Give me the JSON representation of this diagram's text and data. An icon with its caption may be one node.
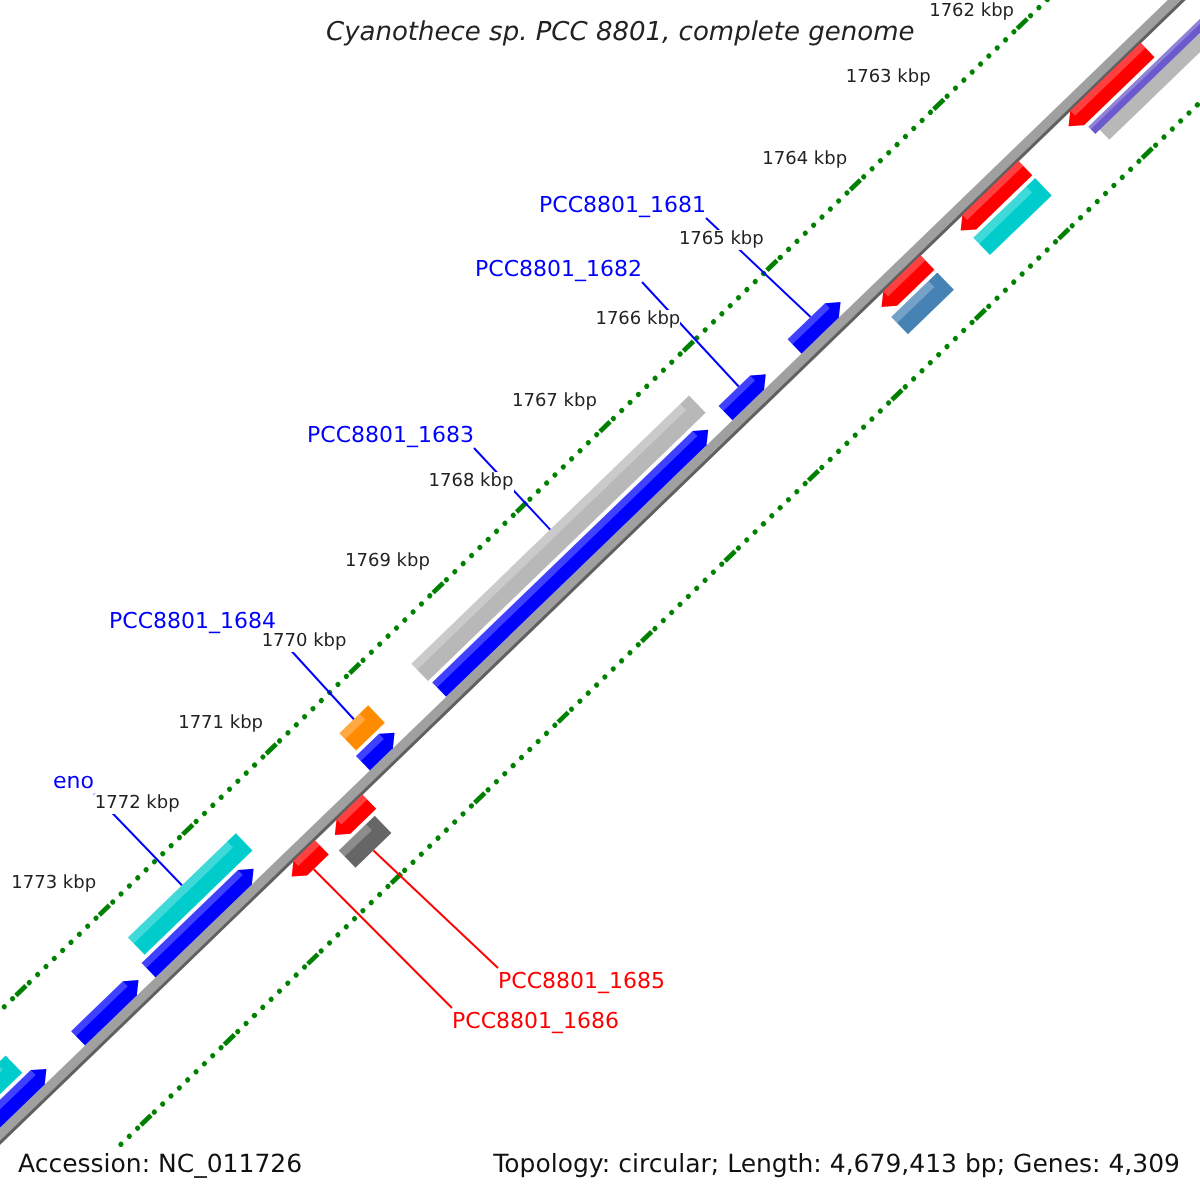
{
  "diagram": {
    "title": "Cyanothece sp. PCC 8801, complete genome",
    "nodes": [
      {
        "text": [
          "PCC8801_1681"
        ]
      },
      {
        "text": [],
        "shape": "arrow"
      },
      {
        "text": [
          "PCC8801_1682"
        ]
      },
      {
        "text": [],
        "shape": "arrow"
      },
      {
        "text": [
          "PCC8801_1683"
        ]
      },
      {
        "text": [],
        "shape": "bar"
      },
      {
        "text": [
          "PCC8801_1684"
        ]
      },
      {
        "text": [],
        "shape": "bar"
      },
      {
        "text": [
          "eno"
        ]
      },
      {
        "text": [],
        "shape": "bar"
      },
      {
        "text": [
          "PCC8801_1685"
        ]
      },
      {
        "text": [],
        "shape": "bar"
      },
      {
        "text": [
          "PCC8801_1686"
        ]
      },
      {
        "text": [],
        "shape": "arrow"
      }
    ],
    "edges": [
      {
        "from": 0,
        "to": 1,
        "arrow": "none"
      },
      {
        "from": 2,
        "to": 3,
        "arrow": "none"
      },
      {
        "from": 4,
        "to": 5,
        "arrow": "none"
      },
      {
        "from": 6,
        "to": 7,
        "arrow": "none"
      },
      {
        "from": 8,
        "to": 9,
        "arrow": "none"
      },
      {
        "from": 10,
        "to": 11,
        "arrow": "none",
        "color": "#ff0000"
      },
      {
        "from": 12,
        "to": 13,
        "arrow": "none",
        "color": "#ff0000"
      }
    ],
    "labels": [
      "1762 kbp",
      "1763 kbp",
      "1764 kbp",
      "1765 kbp",
      "1766 kbp",
      "1767 kbp",
      "1768 kbp",
      "1769 kbp",
      "1770 kbp",
      "1771 kbp",
      "1772 kbp",
      "1773 kbp",
      "Accession: NC_011726",
      "Topology: circular; Length: 4,679,413 bp; Genes: 4,309"
    ]
  }
}
